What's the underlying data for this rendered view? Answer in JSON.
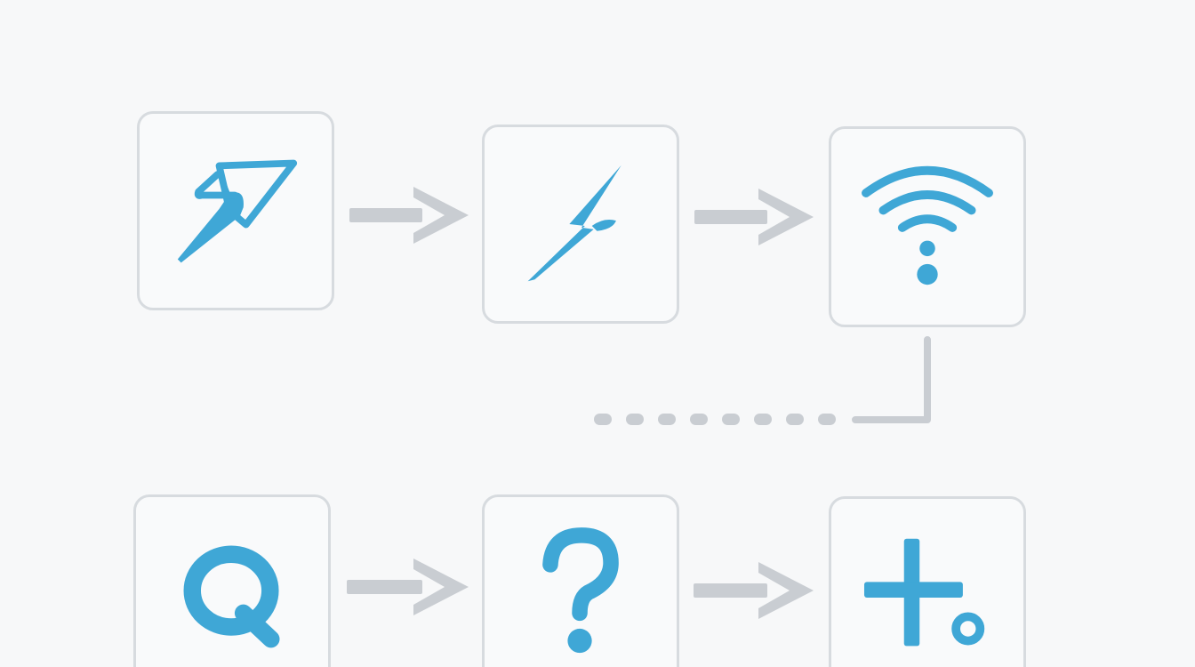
{
  "diagram": {
    "colors": {
      "icon": "#3fa7d6",
      "connector": "#c9cdd2",
      "tile_border": "#d7dbdf",
      "background": "#f7f8f9"
    },
    "rows": [
      {
        "tiles": [
          {
            "icon": "pencil-icon"
          },
          {
            "icon": "lightning-bolt-icon"
          },
          {
            "icon": "wifi-icon"
          }
        ]
      },
      {
        "tiles": [
          {
            "icon": "letter-q-icon"
          },
          {
            "icon": "question-mark-icon"
          },
          {
            "icon": "plus-circle-icon"
          }
        ]
      }
    ],
    "connectors": [
      "arrow",
      "arrow",
      "dashed-elbow-link",
      "arrow",
      "arrow"
    ]
  }
}
